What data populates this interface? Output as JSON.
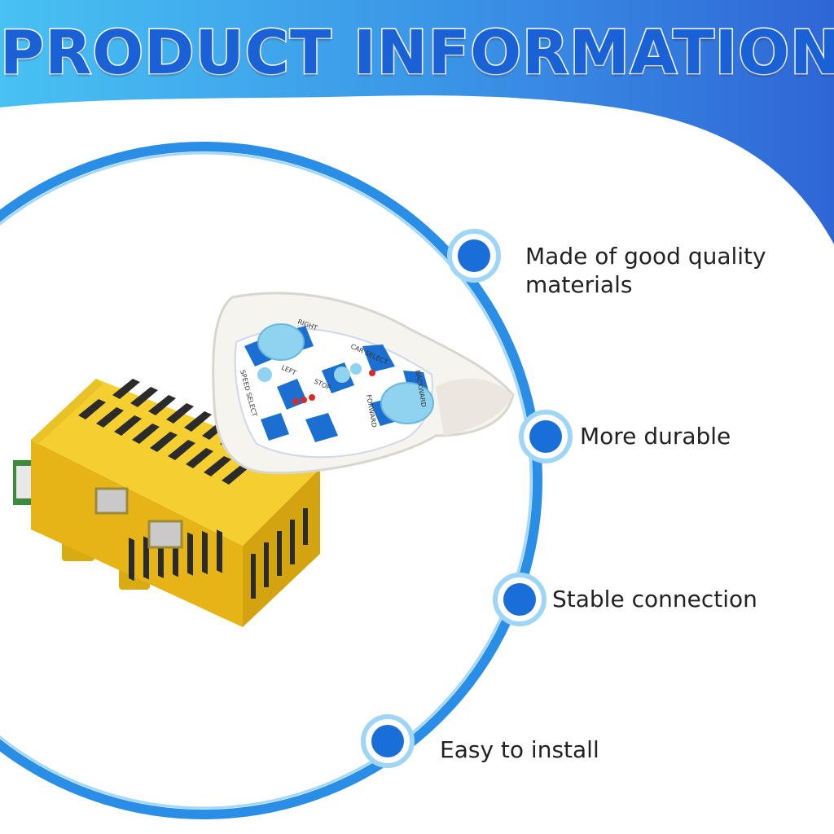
{
  "header": {
    "title": "PRODUCT INFORMATION"
  },
  "features": [
    {
      "label": "Made of good quality\nmaterials"
    },
    {
      "label": "More durable"
    },
    {
      "label": "Stable connection"
    },
    {
      "label": "Easy to install"
    }
  ],
  "remote": {
    "labels": {
      "right": "RIGHT",
      "speed_select": "SPEED SELECT",
      "left": "LEFT",
      "car_select": "CAR SELECT",
      "stop": "STOP",
      "backward": "BACKWARD",
      "forward": "FORWARD"
    }
  },
  "colors": {
    "accent_blue": "#1a61d6",
    "ring_blue": "#2a8ee6",
    "sky_blue": "#47bdf2",
    "controller_yellow": "#f2c51f",
    "remote_white": "#f6f4ef"
  },
  "icons": [
    "bullet-dot-icon"
  ]
}
